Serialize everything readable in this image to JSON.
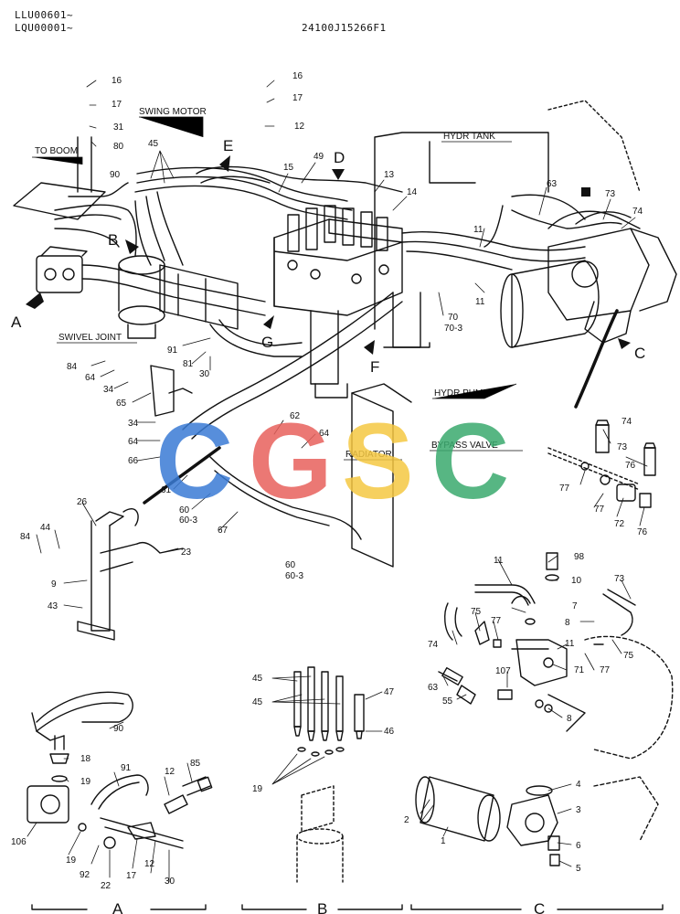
{
  "header": {
    "serial_1": "LLU00601~",
    "serial_2": "LQU00001~",
    "drawing_no": "24100J15266F1"
  },
  "watermark": {
    "text": "CGSC",
    "colors": [
      "#3a7bd5",
      "#e8615c",
      "#f5c842",
      "#3aaa6e"
    ]
  },
  "labels": {
    "to_boom": "TO BOOM",
    "swing_motor": "SWING MOTOR",
    "swivel_joint": "SWIVEL JOINT",
    "hydr_tank": "HYDR TANK",
    "hydr_pump": "HYDR PUMP",
    "radiator": "RADIATOR",
    "bypass_valve": "BYPASS VALVE"
  },
  "arrows": {
    "A": "A",
    "B": "B",
    "C": "C",
    "D": "D",
    "E": "E",
    "F": "F",
    "G": "G"
  },
  "sections": {
    "A": "A",
    "B": "B",
    "C": "C"
  },
  "parts": {
    "p16a": "16",
    "p17a": "17",
    "p31": "31",
    "p80": "80",
    "p16b": "16",
    "p17b": "17",
    "p12a": "12",
    "p45a": "45",
    "p49": "49",
    "p15": "15",
    "p13": "13",
    "p14": "14",
    "p90a": "90",
    "p63a": "63",
    "p73a": "73",
    "p74a": "74",
    "p11a": "11",
    "p11b": "11",
    "p70": "70",
    "p70_3": "70-3",
    "p91a": "91",
    "p81": "81",
    "p30a": "30",
    "p84a": "84",
    "p64a": "64",
    "p34a": "34",
    "p65": "65",
    "p34b": "34",
    "p64b": "64",
    "p66": "66",
    "p62": "62",
    "p64c": "64",
    "p61": "61",
    "p60a": "60",
    "p60_3a": "60-3",
    "p67": "67",
    "p60b": "60",
    "p60_3b": "60-3",
    "p26": "26",
    "p44": "44",
    "p84b": "84",
    "p23": "23",
    "p9": "9",
    "p43": "43",
    "p74b": "74",
    "p73b": "73",
    "p77a": "77",
    "p76a": "76",
    "p77b": "77",
    "p72": "72",
    "p76b": "76",
    "p98": "98",
    "p10": "10",
    "p11c": "11",
    "p7": "7",
    "p8a": "8",
    "p75a": "75",
    "p77c": "77",
    "p74c": "74",
    "p73c": "73",
    "p75b": "75",
    "p11d": "11",
    "p71": "71",
    "p77d": "77",
    "p63b": "63",
    "p107": "107",
    "p55": "55",
    "p8b": "8",
    "p90b": "90",
    "p18": "18",
    "p19a": "19",
    "p91b": "91",
    "p12b": "12",
    "p85": "85",
    "p106": "106",
    "p19b": "19",
    "p92": "92",
    "p22": "22",
    "p17c": "17",
    "p12c": "12",
    "p30b": "30",
    "p45b": "45",
    "p45c": "45",
    "p47": "47",
    "p46": "46",
    "p19c": "19",
    "p4": "4",
    "p3": "3",
    "p2": "2",
    "p1": "1",
    "p6": "6",
    "p5": "5"
  }
}
